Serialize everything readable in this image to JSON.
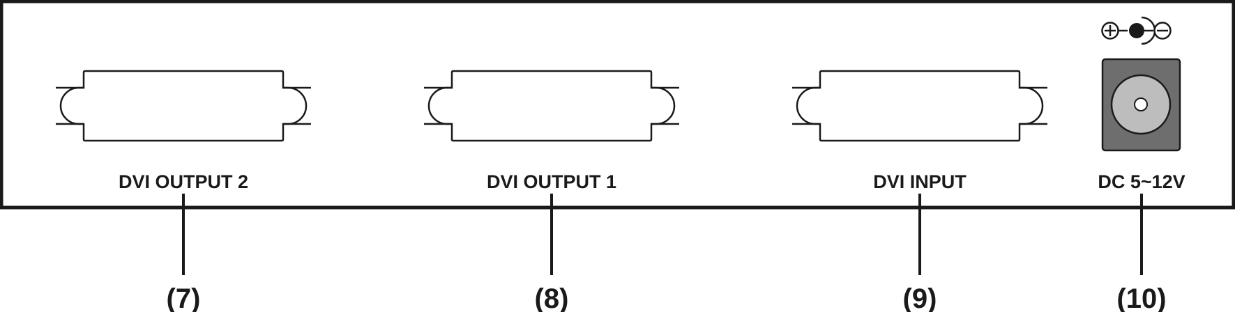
{
  "ports": [
    {
      "label": "DVI OUTPUT 2",
      "callout": "(7)",
      "connector_icon": "dvi-connector-icon"
    },
    {
      "label": "DVI OUTPUT 1",
      "callout": "(8)",
      "connector_icon": "dvi-connector-icon"
    },
    {
      "label": "DVI INPUT",
      "callout": "(9)",
      "connector_icon": "dvi-connector-icon"
    }
  ],
  "power": {
    "label": "DC 5~12V",
    "callout": "(10)",
    "jack_icon": "dc-power-jack-icon",
    "polarity_icon": "center-positive-polarity-icon"
  },
  "colors": {
    "outline": "#1a1a1a",
    "jack_body": "#6e6e6e",
    "jack_socket": "#bdbdbd",
    "background": "#ffffff"
  }
}
